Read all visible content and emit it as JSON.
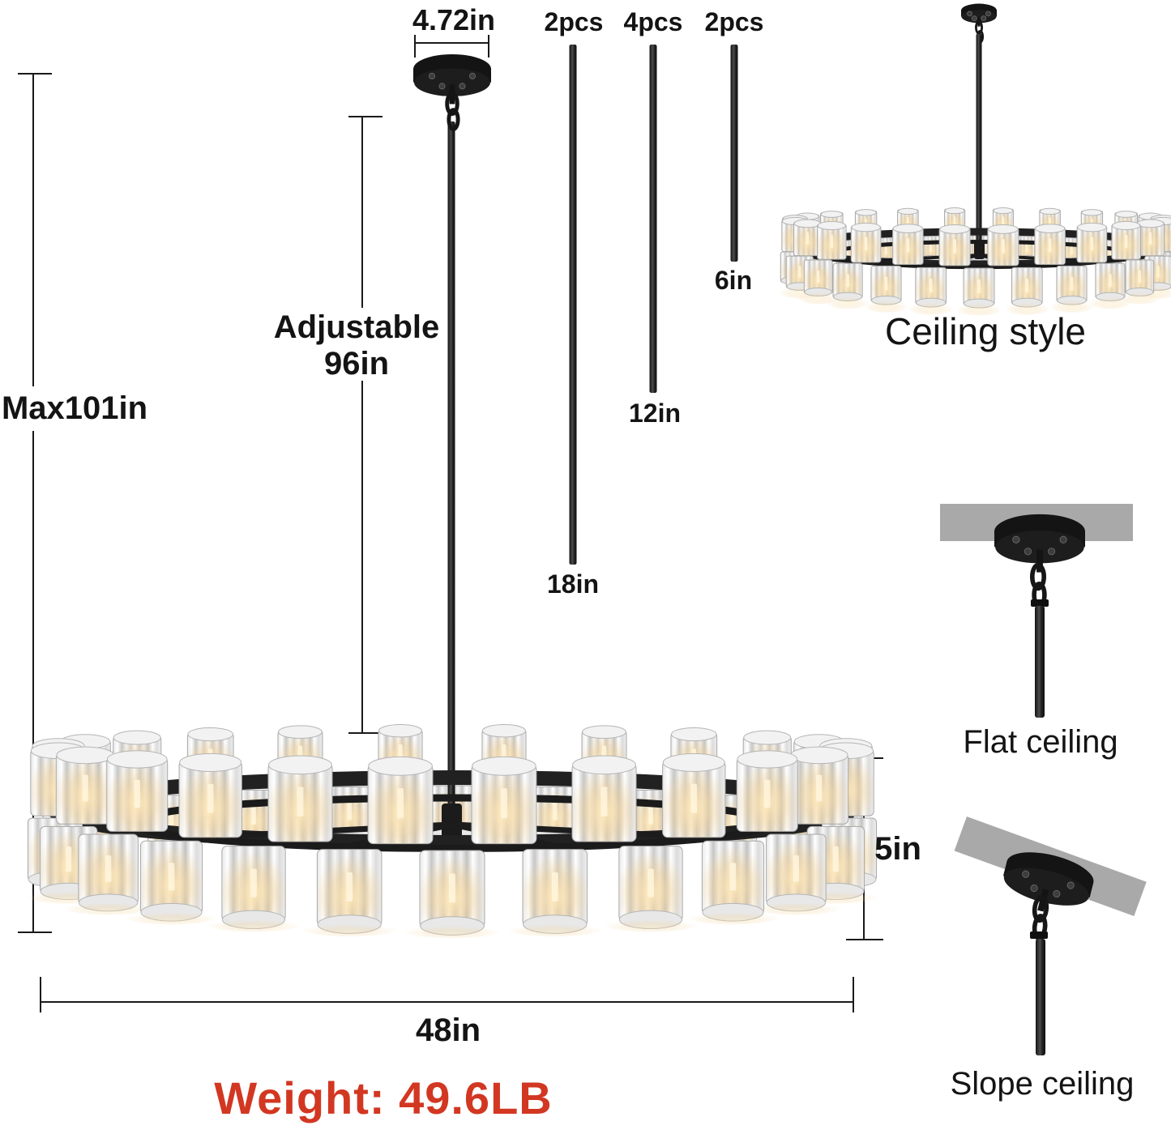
{
  "dimensions": {
    "canopy_width": "4.72in",
    "adjustable_label": "Adjustable",
    "adjustable_value": "96in",
    "max_drop": "Max101in",
    "diameter": "48in",
    "ring_height": "5in"
  },
  "weight_label": "Weight: 49.6LB",
  "downrods": [
    {
      "qty": "2pcs",
      "length": "18in"
    },
    {
      "qty": "4pcs",
      "length": "12in"
    },
    {
      "qty": "2pcs",
      "length": "6in"
    }
  ],
  "mounting": {
    "ceiling_style": "Ceiling style",
    "flat_ceiling": "Flat ceiling",
    "slope_ceiling": "Slope ceiling"
  },
  "colors": {
    "weight_red": "#d23722",
    "ceiling_gray": "#a9a9a9",
    "fixture_black": "#1a1a1a",
    "line_black": "#1a1a1a"
  }
}
